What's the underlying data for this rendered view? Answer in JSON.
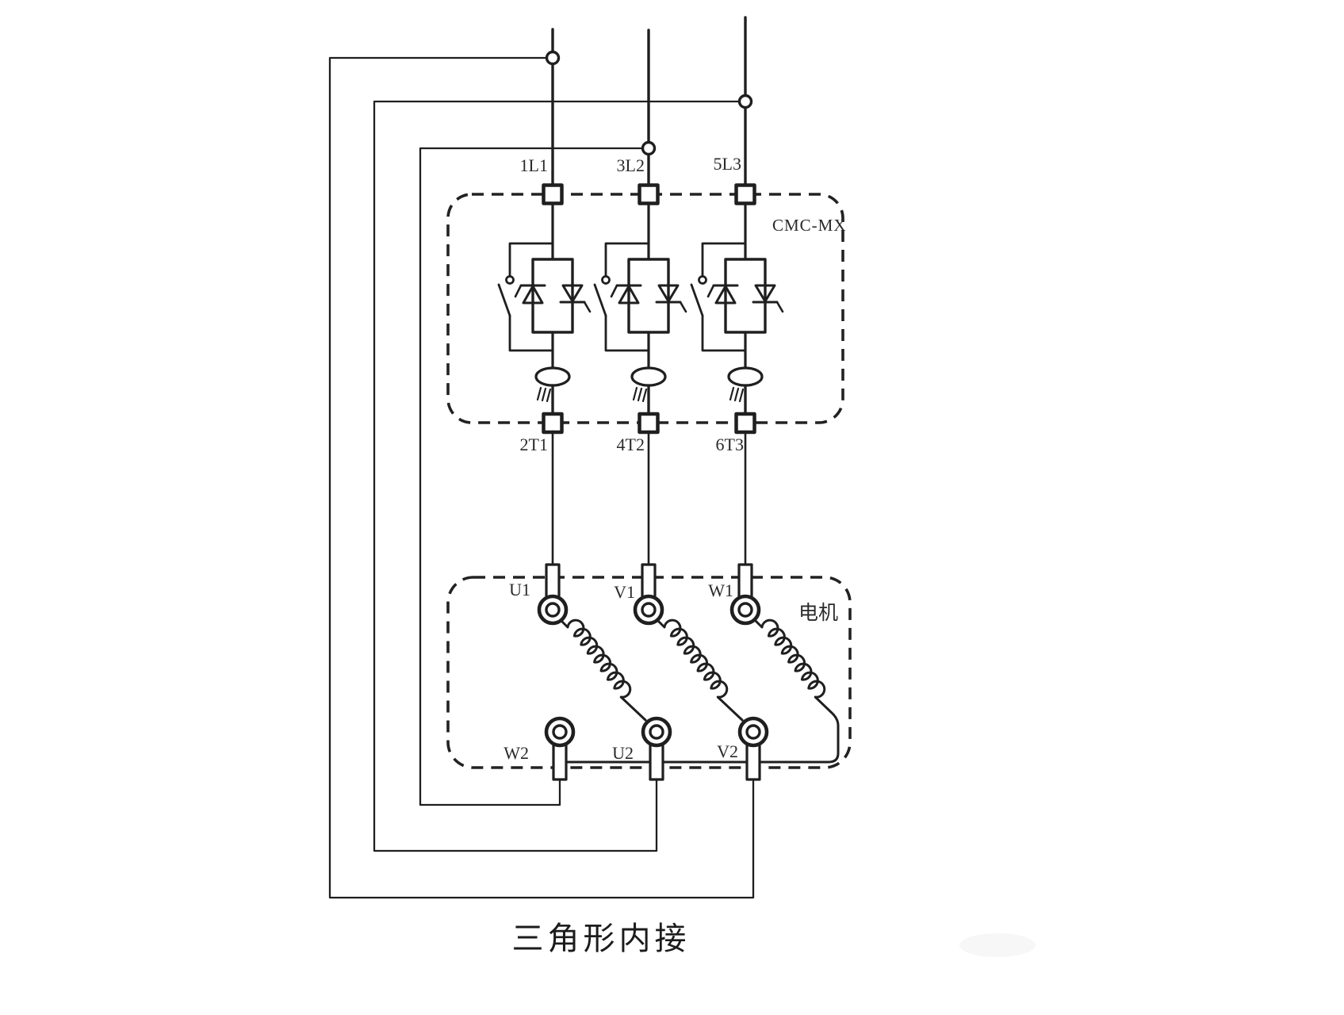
{
  "diagram": {
    "caption": "三角形内接",
    "device_label": "CMC-MX",
    "motor_label": "电机",
    "line_color": "#1f1f1f",
    "background": "#ffffff",
    "labels": {
      "input_l1": "1L1",
      "input_l2": "3L2",
      "input_l3": "5L3",
      "output_t1": "2T1",
      "output_t2": "4T2",
      "output_t3": "6T3",
      "motor_u1": "U1",
      "motor_v1": "V1",
      "motor_w1": "W1",
      "motor_w2": "W2",
      "motor_u2": "U2",
      "motor_v2": "V2"
    }
  }
}
